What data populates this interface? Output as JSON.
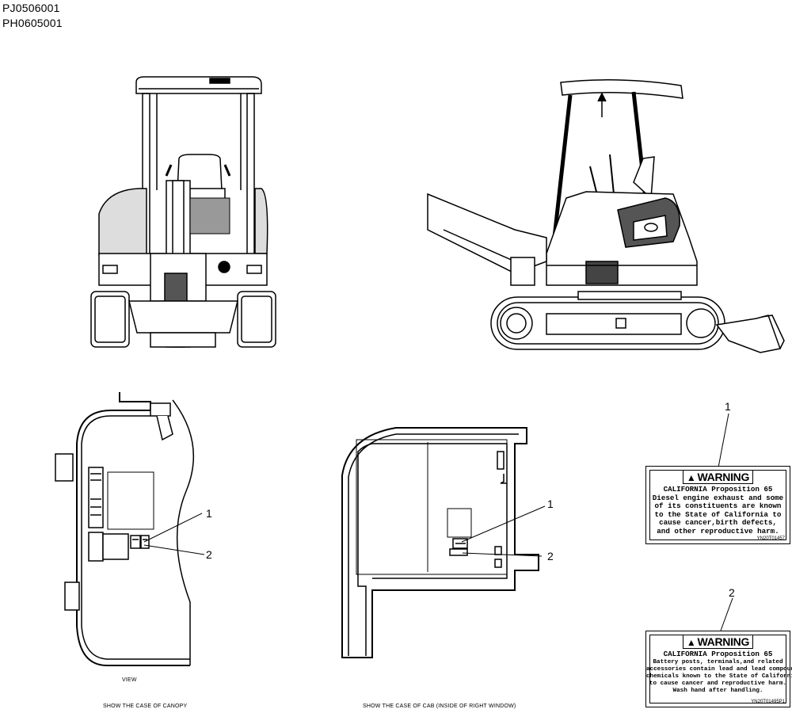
{
  "header": {
    "part_code_1": "PJ0506001",
    "part_code_2": "PH0605001"
  },
  "captions": {
    "view": "VIEW",
    "canopy": "SHOW THE CASE OF CANOPY",
    "cab": "SHOW THE CASE OF CAB (INSIDE OF RIGHT WINDOW)"
  },
  "callouts": {
    "canopy_1": "1",
    "canopy_2": "2",
    "cab_1": "1",
    "cab_2": "2",
    "label_1": "1",
    "label_2": "2"
  },
  "labels": [
    {
      "title": "WARNING",
      "lines": [
        "CALIFORNIA Proposition 65",
        "Diesel engine exhaust and some",
        "of its constituents are known",
        "to the State of California to",
        "cause cancer,birth defects,",
        "and other reproductive harm."
      ],
      "code": "YN20T01457"
    },
    {
      "title": "WARNING",
      "lines": [
        "CALIFORNIA Proposition 65",
        "Battery posts, terminals,and related",
        "accessories contain lead and lead compounds,",
        "chemicals known to the State of California",
        "to cause cancer and reproductive harm.",
        "Wash hand after handling."
      ],
      "code": "YN20T01495P1"
    }
  ]
}
